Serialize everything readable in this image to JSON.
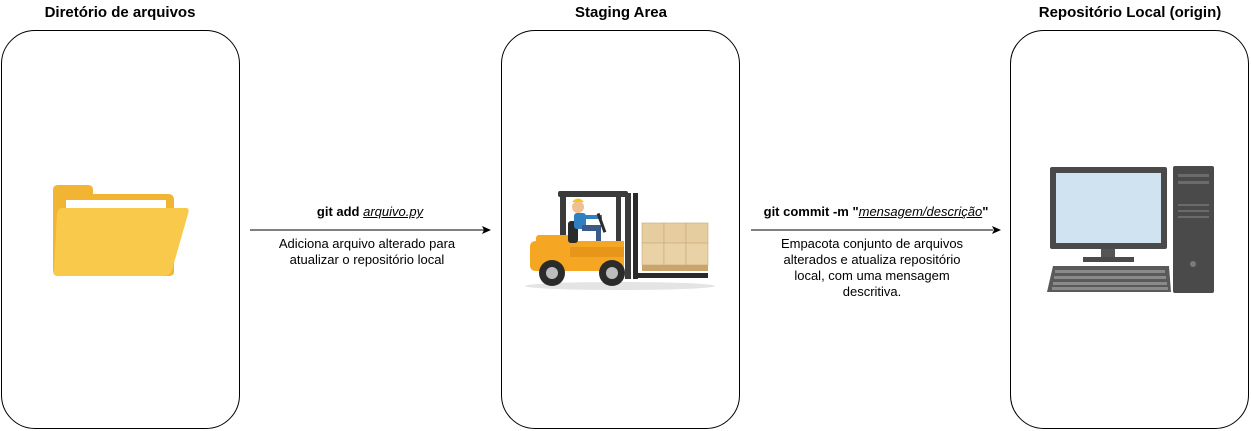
{
  "columns": [
    {
      "title": "Diretório de arquivos",
      "icon": "folder-icon"
    },
    {
      "title": "Staging Area",
      "icon": "forklift-icon"
    },
    {
      "title": "Repositório Local (origin)",
      "icon": "desktop-computer-icon"
    }
  ],
  "transitions": [
    {
      "command_prefix": "git add ",
      "command_arg": "arquivo.py",
      "command_suffix": "",
      "description": "Adiciona arquivo alterado para atualizar o repositório local"
    },
    {
      "command_prefix": "git commit -m \"",
      "command_arg": "mensagem/descrição",
      "command_suffix": "\"",
      "description": "Empacota conjunto de arquivos alterados e atualiza repositório local, com uma mensagem descritiva."
    }
  ],
  "colors": {
    "folder": "#f6c244",
    "forklift": "#f5a623",
    "monitor_screen": "#cfe3f0",
    "computer_body": "#4a4a4a"
  }
}
